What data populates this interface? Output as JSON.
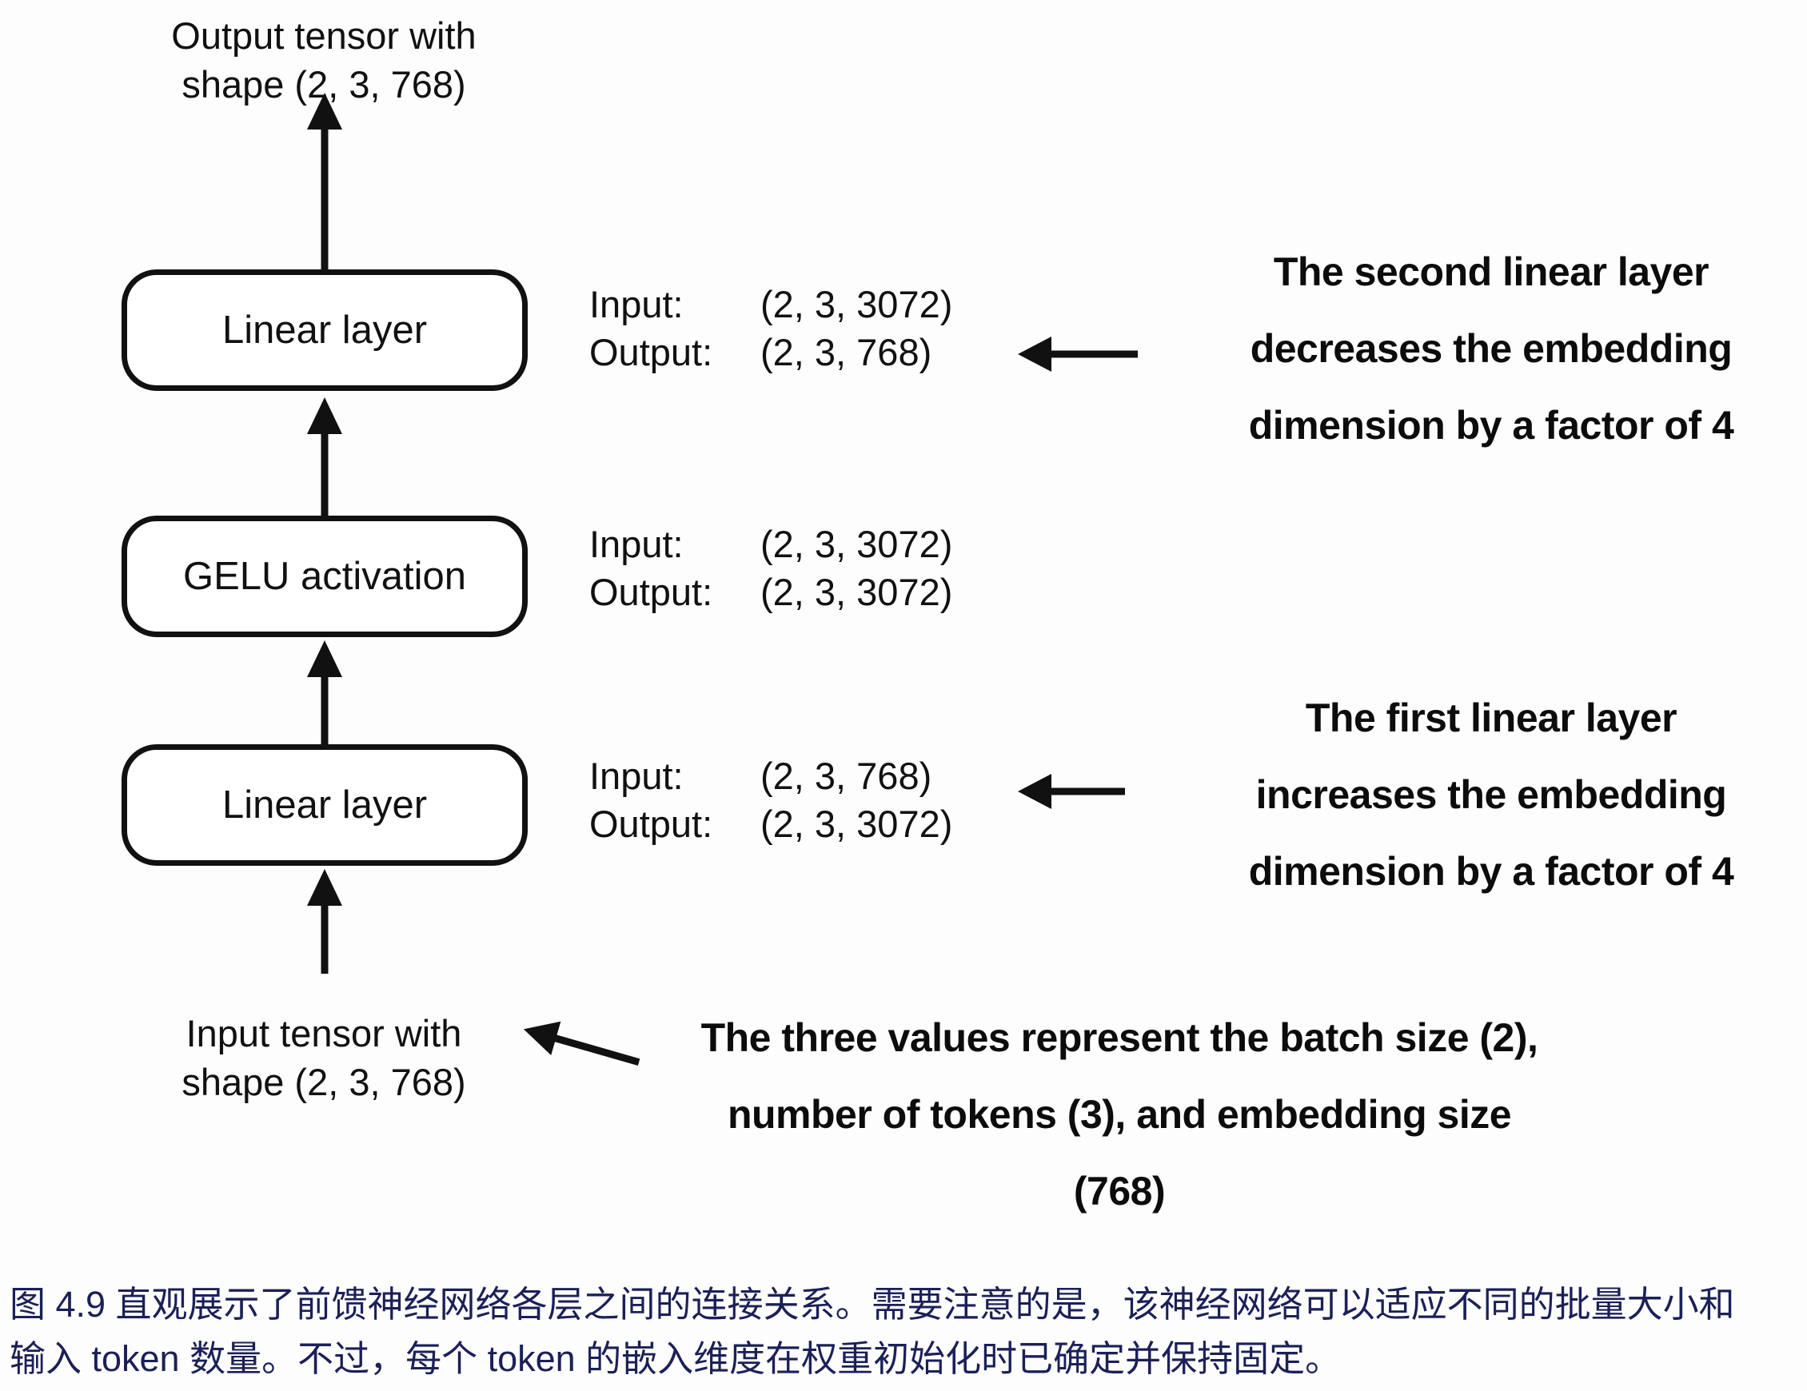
{
  "diagram": {
    "top_tensor_label": "Output tensor with\nshape (2, 3, 768)",
    "bottom_tensor_label": "Input tensor with\nshape (2, 3, 768)",
    "boxes": [
      {
        "label": "Linear layer"
      },
      {
        "label": "GELU activation"
      },
      {
        "label": "Linear layer"
      }
    ],
    "io_rows": [
      {
        "input_label": "Input:",
        "input_value": "(2, 3, 3072)",
        "output_label": "Output:",
        "output_value": "(2, 3, 768)"
      },
      {
        "input_label": "Input:",
        "input_value": "(2, 3, 3072)",
        "output_label": "Output:",
        "output_value": "(2, 3, 3072)"
      },
      {
        "input_label": "Input:",
        "input_value": "(2, 3, 768)",
        "output_label": "Output:",
        "output_value": "(2, 3, 3072)"
      }
    ],
    "annotations": {
      "second_linear": "The second linear layer\ndecreases the embedding\ndimension by a factor of 4",
      "first_linear": "The first linear layer\nincreases the embedding\ndimension by a factor of 4",
      "tensor_shape": "The three values represent the batch size (2),\nnumber of tokens (3), and embedding size\n(768)"
    },
    "ink_color": "#111111"
  },
  "caption": {
    "label": "图 4.9",
    "text": "图 4.9 直观展示了前馈神经网络各层之间的连接关系。需要注意的是，该神经网络可以适应不同的批量大小和\n输入 token 数量。不过，每个 token 的嵌入维度在权重初始化时已确定并保持固定。",
    "color": "#1c2057"
  }
}
